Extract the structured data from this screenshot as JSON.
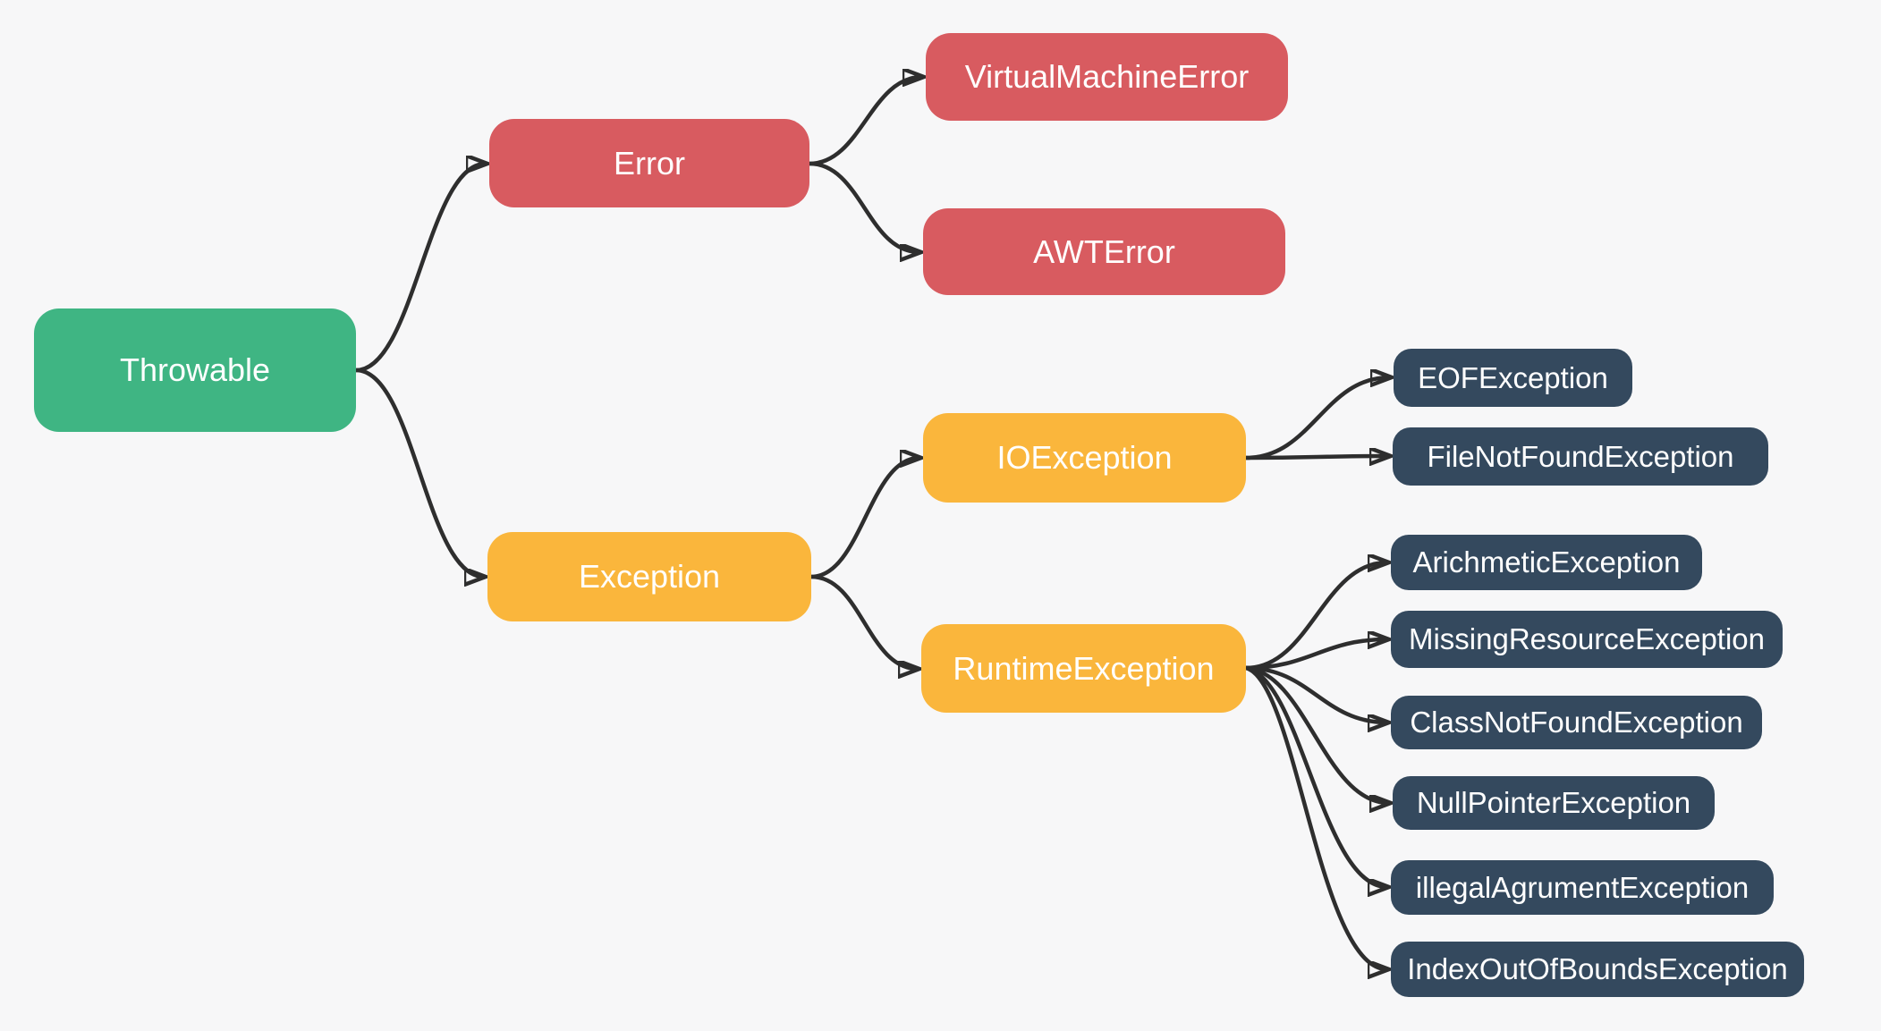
{
  "diagram_type": "mindmap-hierarchy",
  "colors": {
    "background": "#f7f7f8",
    "root_node": "#3fb583",
    "error_branch": "#d85b60",
    "exception_branch": "#fab63c",
    "leaf_node": "#34495e",
    "edge_stroke": "#2e2e2e",
    "node_text": "#ffffff"
  },
  "nodes": [
    {
      "id": "throwable",
      "label": "Throwable",
      "color": "#3fb583",
      "level": "root"
    },
    {
      "id": "error",
      "label": "Error",
      "color": "#d85b60",
      "level": "branch"
    },
    {
      "id": "virtual-machine-error",
      "label": "VirtualMachineError",
      "color": "#d85b60",
      "level": "branch"
    },
    {
      "id": "awt-error",
      "label": "AWTError",
      "color": "#d85b60",
      "level": "branch"
    },
    {
      "id": "exception",
      "label": "Exception",
      "color": "#fab63c",
      "level": "branch"
    },
    {
      "id": "io-exception",
      "label": "IOException",
      "color": "#fab63c",
      "level": "branch"
    },
    {
      "id": "eof-exception",
      "label": "EOFException",
      "color": "#34495e",
      "level": "leaf"
    },
    {
      "id": "file-not-found-exception",
      "label": "FileNotFoundException",
      "color": "#34495e",
      "level": "leaf"
    },
    {
      "id": "runtime-exception",
      "label": "RuntimeException",
      "color": "#fab63c",
      "level": "branch"
    },
    {
      "id": "arichmetic-exception",
      "label": "ArichmeticException",
      "color": "#34495e",
      "level": "leaf"
    },
    {
      "id": "missing-resource-exception",
      "label": "MissingResourceException",
      "color": "#34495e",
      "level": "leaf"
    },
    {
      "id": "class-not-found-exception",
      "label": "ClassNotFoundException",
      "color": "#34495e",
      "level": "leaf"
    },
    {
      "id": "null-pointer-exception",
      "label": "NullPointerException",
      "color": "#34495e",
      "level": "leaf"
    },
    {
      "id": "illegal-agrument-exception",
      "label": "illegalAgrumentException",
      "color": "#34495e",
      "level": "leaf"
    },
    {
      "id": "index-out-of-bounds-exception",
      "label": "IndexOutOfBoundsException",
      "color": "#34495e",
      "level": "leaf"
    }
  ],
  "hierarchy": {
    "Throwable": [
      "Error",
      "Exception"
    ],
    "Error": [
      "VirtualMachineError",
      "AWTError"
    ],
    "Exception": [
      "IOException",
      "RuntimeException"
    ],
    "IOException": [
      "EOFException",
      "FileNotFoundException"
    ],
    "RuntimeException": [
      "ArichmeticException",
      "MissingResourceException",
      "ClassNotFoundException",
      "NullPointerException",
      "illegalAgrumentException",
      "IndexOutOfBoundsException"
    ]
  }
}
